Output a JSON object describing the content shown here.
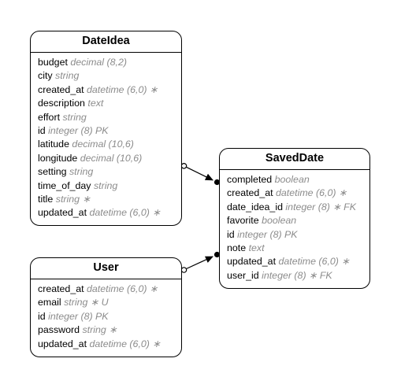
{
  "entities": [
    {
      "id": "e-dateidea",
      "title": "DateIdea",
      "attributes": [
        {
          "name": "budget",
          "type": "decimal (8,2)"
        },
        {
          "name": "city",
          "type": "string"
        },
        {
          "name": "created_at",
          "type": "datetime (6,0) ∗"
        },
        {
          "name": "description",
          "type": "text"
        },
        {
          "name": "effort",
          "type": "string"
        },
        {
          "name": "id",
          "type": "integer (8) PK"
        },
        {
          "name": "latitude",
          "type": "decimal (10,6)"
        },
        {
          "name": "longitude",
          "type": "decimal (10,6)"
        },
        {
          "name": "setting",
          "type": "string"
        },
        {
          "name": "time_of_day",
          "type": "string"
        },
        {
          "name": "title",
          "type": "string ∗"
        },
        {
          "name": "updated_at",
          "type": "datetime (6,0) ∗"
        }
      ]
    },
    {
      "id": "e-saveddate",
      "title": "SavedDate",
      "attributes": [
        {
          "name": "completed",
          "type": "boolean"
        },
        {
          "name": "created_at",
          "type": "datetime (6,0) ∗"
        },
        {
          "name": "date_idea_id",
          "type": "integer (8) ∗ FK"
        },
        {
          "name": "favorite",
          "type": "boolean"
        },
        {
          "name": "id",
          "type": "integer (8) PK"
        },
        {
          "name": "note",
          "type": "text"
        },
        {
          "name": "updated_at",
          "type": "datetime (6,0) ∗"
        },
        {
          "name": "user_id",
          "type": "integer (8) ∗ FK"
        }
      ]
    },
    {
      "id": "e-user",
      "title": "User",
      "attributes": [
        {
          "name": "created_at",
          "type": "datetime (6,0) ∗"
        },
        {
          "name": "email",
          "type": "string ∗ U"
        },
        {
          "name": "id",
          "type": "integer (8) PK"
        },
        {
          "name": "password",
          "type": "string ∗"
        },
        {
          "name": "updated_at",
          "type": "datetime (6,0) ∗"
        }
      ]
    }
  ],
  "relationships": [
    {
      "from": "DateIdea",
      "to": "SavedDate",
      "from_end": "zero-or-one",
      "to_end": "many"
    },
    {
      "from": "User",
      "to": "SavedDate",
      "from_end": "zero-or-one",
      "to_end": "many"
    }
  ]
}
